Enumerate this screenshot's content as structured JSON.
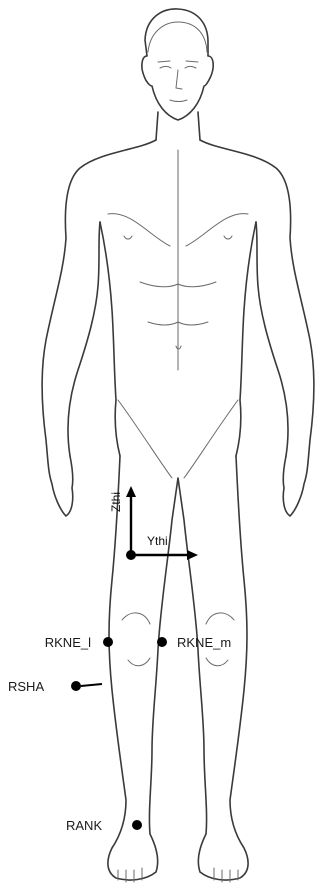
{
  "markers": {
    "rkne_l": "RKNE_l",
    "rkne_m": "RKNE_m",
    "rsha": "RSHA",
    "rank": "RANK"
  },
  "axes": {
    "z": "Zthi",
    "y": "Ythi"
  },
  "colors": {
    "marker": "#000000",
    "outline": "#3a3a3a",
    "background": "#ffffff"
  }
}
